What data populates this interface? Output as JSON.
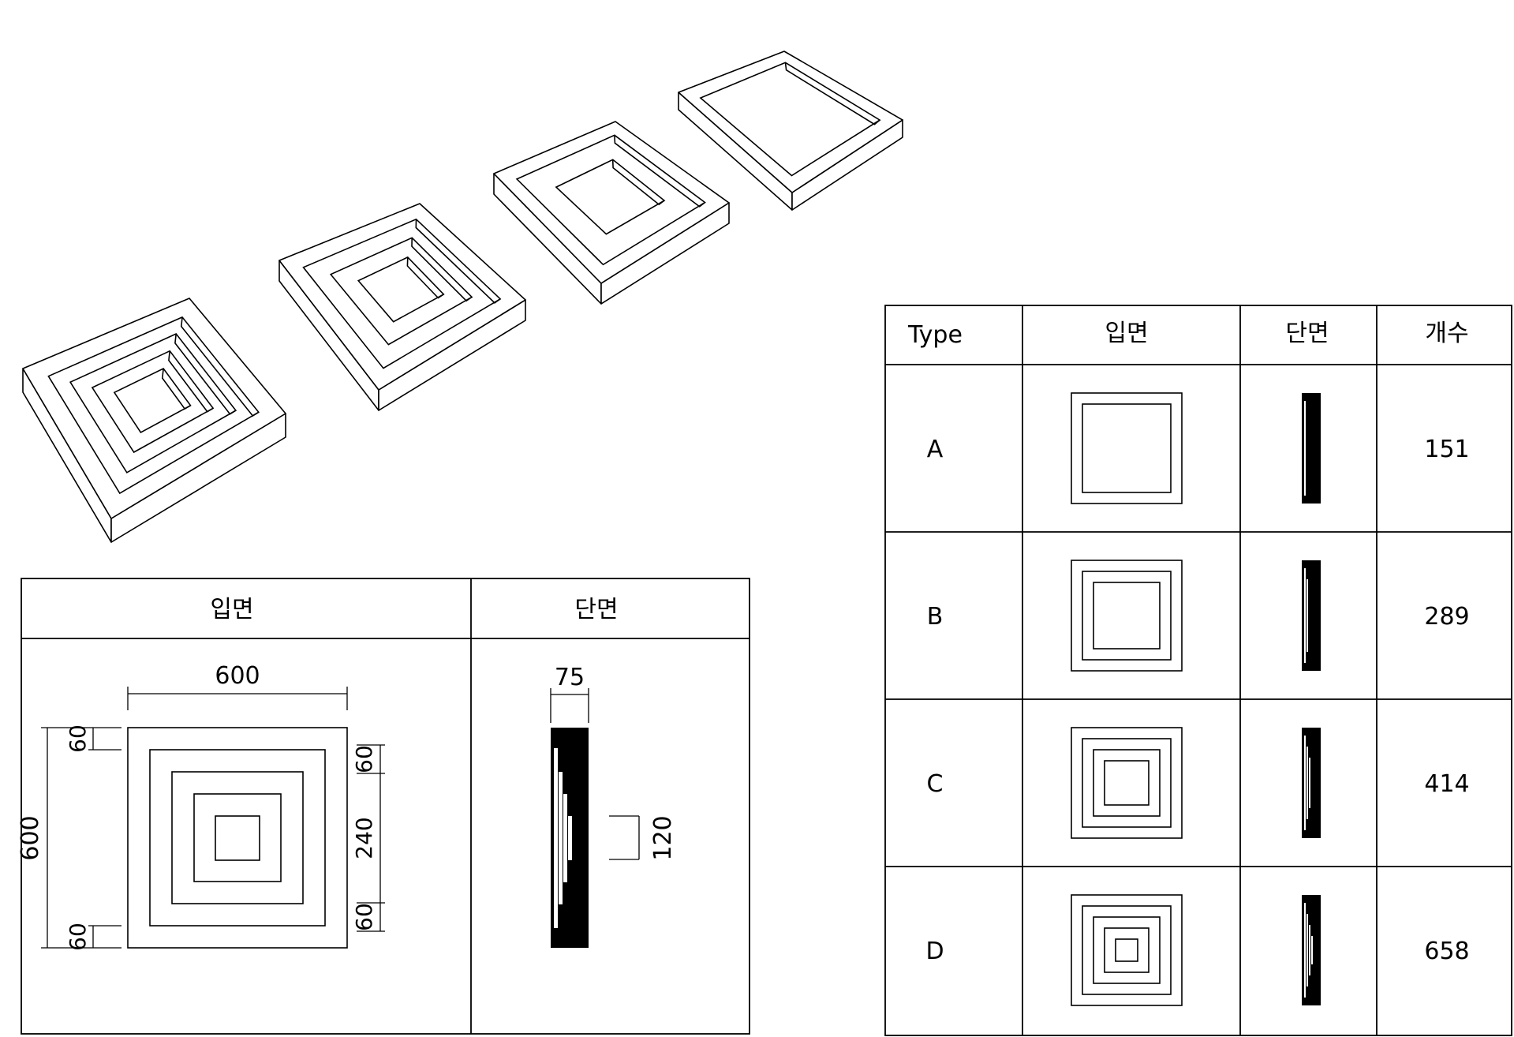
{
  "detail_table": {
    "header_elevation": "입면",
    "header_section": "단면",
    "dims": {
      "width": "600",
      "height": "600",
      "top_step": "60",
      "bottom_step": "60",
      "right_top": "60",
      "right_mid": "240",
      "right_bottom": "60",
      "depth": "75",
      "recess": "120"
    }
  },
  "type_table": {
    "headers": [
      "Type",
      "입면",
      "단면",
      "개수"
    ],
    "rows": [
      {
        "type": "A",
        "count": "151",
        "rings": 1
      },
      {
        "type": "B",
        "count": "289",
        "rings": 2
      },
      {
        "type": "C",
        "count": "414",
        "rings": 3
      },
      {
        "type": "D",
        "count": "658",
        "rings": 4
      }
    ]
  },
  "isometric_panels": [
    {
      "rings": 4
    },
    {
      "rings": 3
    },
    {
      "rings": 2
    },
    {
      "rings": 1
    }
  ]
}
